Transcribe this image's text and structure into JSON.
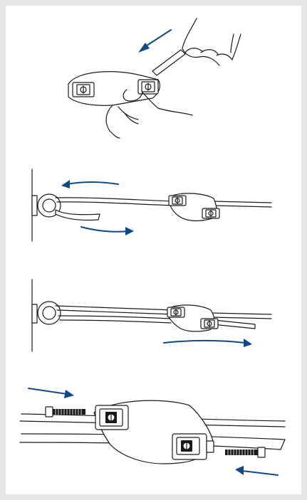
{
  "figure": {
    "steps": [
      {
        "name": "insert-strap-into-clip",
        "arrows": [
          {
            "direction": "down-left"
          }
        ]
      },
      {
        "name": "loop-strap-through-eye",
        "arrows": [
          {
            "direction": "left"
          },
          {
            "direction": "right"
          }
        ]
      },
      {
        "name": "pull-strap-tight",
        "arrows": [
          {
            "direction": "right"
          }
        ]
      },
      {
        "name": "fasten-clip-with-screws",
        "arrows": [
          {
            "direction": "right"
          },
          {
            "direction": "left"
          }
        ]
      }
    ],
    "colors": {
      "frame_border": "#e6e6e6",
      "background": "#ffffff",
      "line_art": "#1a1a1a",
      "arrow": "#0d4a87"
    },
    "icons": [
      "clip-icon",
      "screw-icon",
      "hand-icon",
      "eye-bolt-icon",
      "strap-icon",
      "arrow-icon"
    ]
  }
}
